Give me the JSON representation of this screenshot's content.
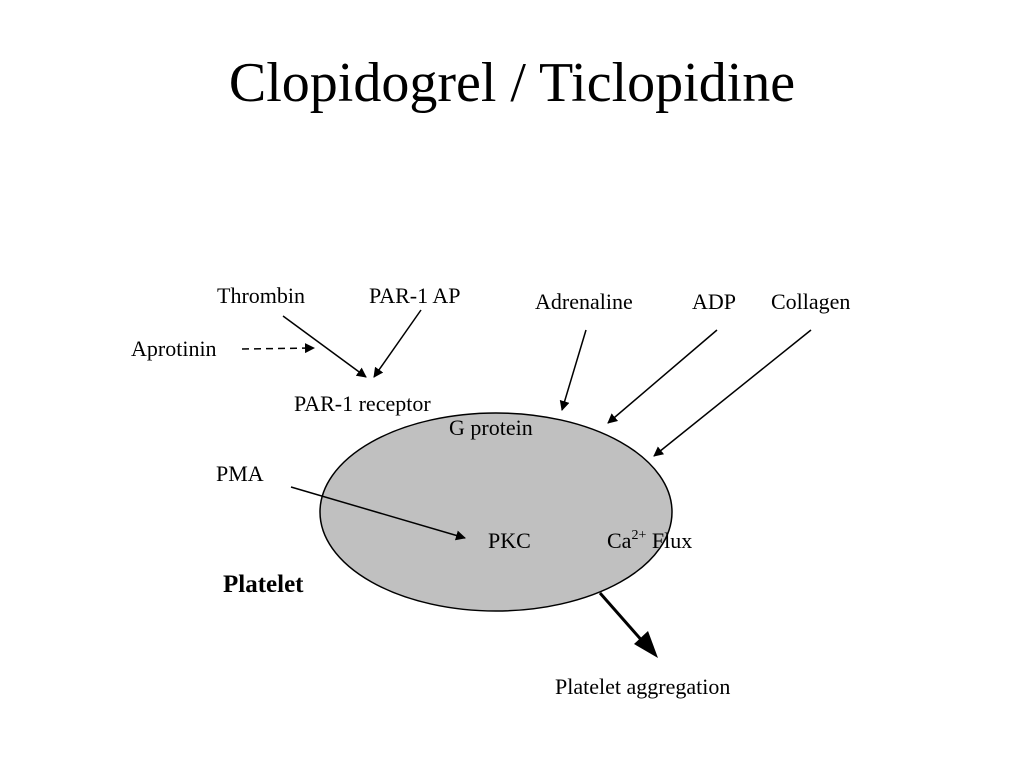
{
  "title": "Clopidogrel / Ticlopidine",
  "colors": {
    "platelet_fill": "#c0c0c0",
    "stroke": "#000000",
    "background": "#ffffff"
  },
  "labels": {
    "thrombin": "Thrombin",
    "par1_ap": "PAR-1 AP",
    "aprotinin": "Aprotinin",
    "adrenaline": "Adrenaline",
    "adp": "ADP",
    "collagen": "Collagen",
    "par1_receptor": "PAR-1 receptor",
    "g_protein": "G protein",
    "pma": "PMA",
    "pkc": "PKC",
    "ca": "Ca",
    "ca_sup": "2+",
    "flux": " Flux",
    "platelet": "Platelet",
    "platelet_aggregation": "Platelet aggregation"
  }
}
